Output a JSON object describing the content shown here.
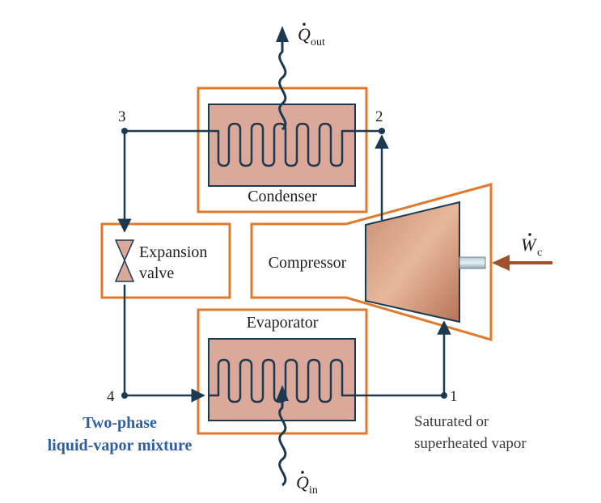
{
  "components": {
    "condenser": "Condenser",
    "evaporator": "Evaporator",
    "compressor": "Compressor",
    "expansion_valve_line1": "Expansion",
    "expansion_valve_line2": "valve"
  },
  "states": {
    "s1": "1",
    "s2": "2",
    "s3": "3",
    "s4": "4"
  },
  "heat_work": {
    "q_out_symbol": "Q",
    "q_out_sub": "out",
    "q_in_symbol": "Q",
    "q_in_sub": "in",
    "w_c_symbol": "W",
    "w_c_sub": "c"
  },
  "annotations": {
    "state4_line1": "Two-phase",
    "state4_line2": "liquid-vapor mixture",
    "state1_line1": "Saturated or",
    "state1_line2": "superheated vapor"
  },
  "colors": {
    "box_outline": "#e07a2e",
    "hx_fill": "#dba89a",
    "line": "#1b3a52",
    "blue_text": "#2f5da0",
    "work_arrow": "#a0522d"
  }
}
